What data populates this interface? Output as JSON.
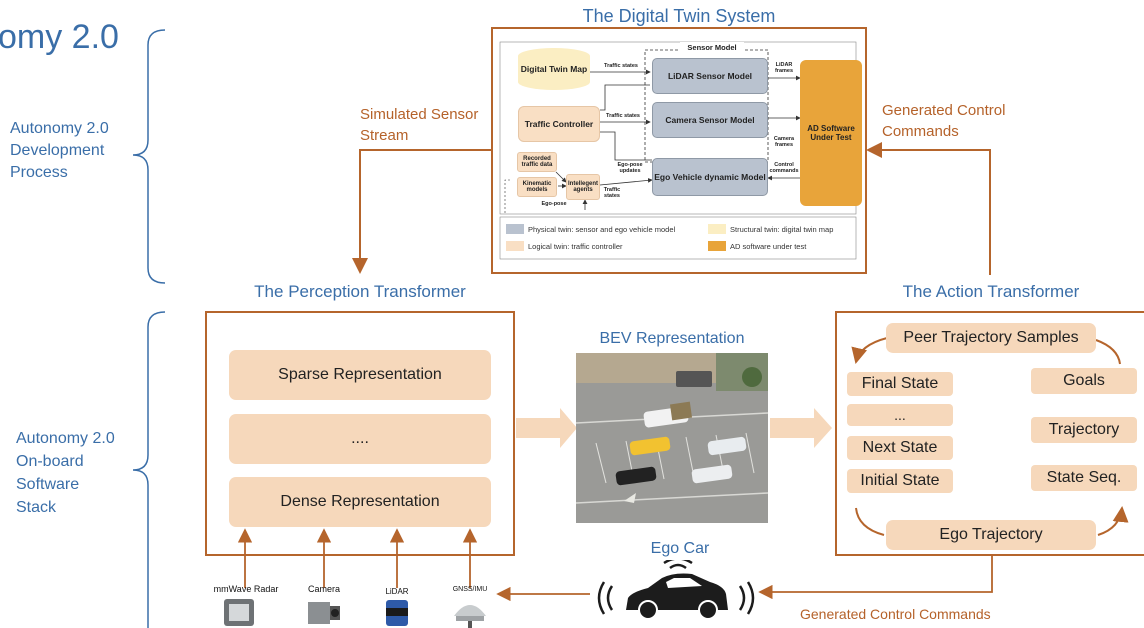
{
  "title_partial": "omy 2.0",
  "left_labels": {
    "dev_process": [
      "Autonomy 2.0",
      "Development",
      "Process"
    ],
    "onboard_stack": [
      "Autonomy 2.0",
      "On-board",
      "Software",
      "Stack"
    ]
  },
  "digital_twin": {
    "title": "The Digital Twin System",
    "map": "Digital Twin Map",
    "traffic_controller": "Traffic Controller",
    "recorded": "Recorded traffic data",
    "kinematic": "Kinematic models",
    "intelligent": "Intellegent agents",
    "sensor_model_title": "Sensor Model",
    "lidar_model": "LiDAR Sensor Model",
    "camera_model": "Camera Sensor Model",
    "ego_model": "Ego Vehicle dynamic Model",
    "ad_software": "AD Software Under Test",
    "arrow_labels": {
      "traffic_states_1": "Traffic states",
      "traffic_states_2": "Traffic states",
      "traffic_states_3": "Traffic states",
      "lidar_frames": "LiDAR frames",
      "camera_frames": "Camera frames",
      "control_commands": "Control commands",
      "ego_pose_updates": "Ego-pose updates",
      "ego_pose": "Ego-pose"
    },
    "legend": {
      "physical": "Physical twin: sensor and ego vehicle model",
      "structural": "Structural twin: digital twin map",
      "logical": "Logical twin: traffic controller",
      "ad": "AD software under test"
    }
  },
  "simulated_stream": "Simulated Sensor Stream",
  "generated_control_top": "Generated Control Commands",
  "perception": {
    "title": "The Perception Transformer",
    "sparse": "Sparse Representation",
    "middle": "....",
    "dense": "Dense Representation"
  },
  "bev": {
    "title": "BEV Representation"
  },
  "action": {
    "title": "The Action Transformer",
    "peer": "Peer Trajectory Samples",
    "final_state": "Final State",
    "ellipsis": "...",
    "next_state": "Next State",
    "initial_state": "Initial State",
    "goals": "Goals",
    "trajectory": "Trajectory",
    "state_seq": "State Seq.",
    "ego_trajectory": "Ego Trajectory"
  },
  "ego_car": "Ego Car",
  "generated_control_bottom": "Generated Control Commands",
  "sensors": {
    "radar": "mmWave Radar",
    "camera": "Camera",
    "lidar": "LiDAR",
    "gnss": "GNSS/IMU"
  },
  "colors": {
    "blue_text": "#3a6ea8",
    "orange_line": "#b5652c",
    "peach_box": "#f6d8bb",
    "ad_orange": "#e8a43a",
    "physical_gray": "#b9c2cf"
  }
}
